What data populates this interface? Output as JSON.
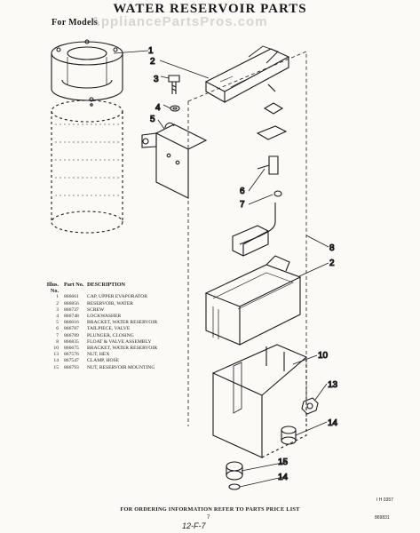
{
  "header": {
    "title": "WATER RESERVOIR PARTS",
    "subtitle": "For Models",
    "watermark": "AppliancePartsPros.com"
  },
  "callouts": [
    "1",
    "2",
    "3",
    "4",
    "5",
    "6",
    "7",
    "8",
    "2",
    "10",
    "13",
    "14",
    "15",
    "14"
  ],
  "legend": {
    "col1_header": "Illus. No.",
    "col2_header": "Part No.",
    "col3_header": "DESCRIPTION",
    "rows": [
      {
        "no": "1",
        "part": "866661",
        "desc": "CAP, UPPER EVAPORATOR"
      },
      {
        "no": "2",
        "part": "866856",
        "desc": "RESERVOIR, WATER"
      },
      {
        "no": "3",
        "part": "866737",
        "desc": "SCREW"
      },
      {
        "no": "4",
        "part": "866748",
        "desc": "LOCKWASHER"
      },
      {
        "no": "5",
        "part": "866616",
        "desc": "BRACKET, WATER RESERVOIR"
      },
      {
        "no": "6",
        "part": "866787",
        "desc": "TAILPIECE, VALVE"
      },
      {
        "no": "7",
        "part": "866789",
        "desc": "PLUNGER, CLOSING"
      },
      {
        "no": "8",
        "part": "866835",
        "desc": "FLOAT & VALVE ASSEMBLY"
      },
      {
        "no": "10",
        "part": "866675",
        "desc": "BRACKET, WATER RESERVOIR"
      },
      {
        "no": "13",
        "part": "867576",
        "desc": "NUT, HEX"
      },
      {
        "no": "14",
        "part": "867547",
        "desc": "CLAMP, HOSE"
      },
      {
        "no": "15",
        "part": "866793",
        "desc": "NUT, RESERVOIR MOUNTING"
      }
    ]
  },
  "footer": {
    "text": "FOR ORDERING INFORMATION REFER TO PARTS PRICE LIST",
    "page": "7",
    "code_top": "I H 0357",
    "code_bottom": "869831",
    "handwritten": "12-F-7"
  }
}
